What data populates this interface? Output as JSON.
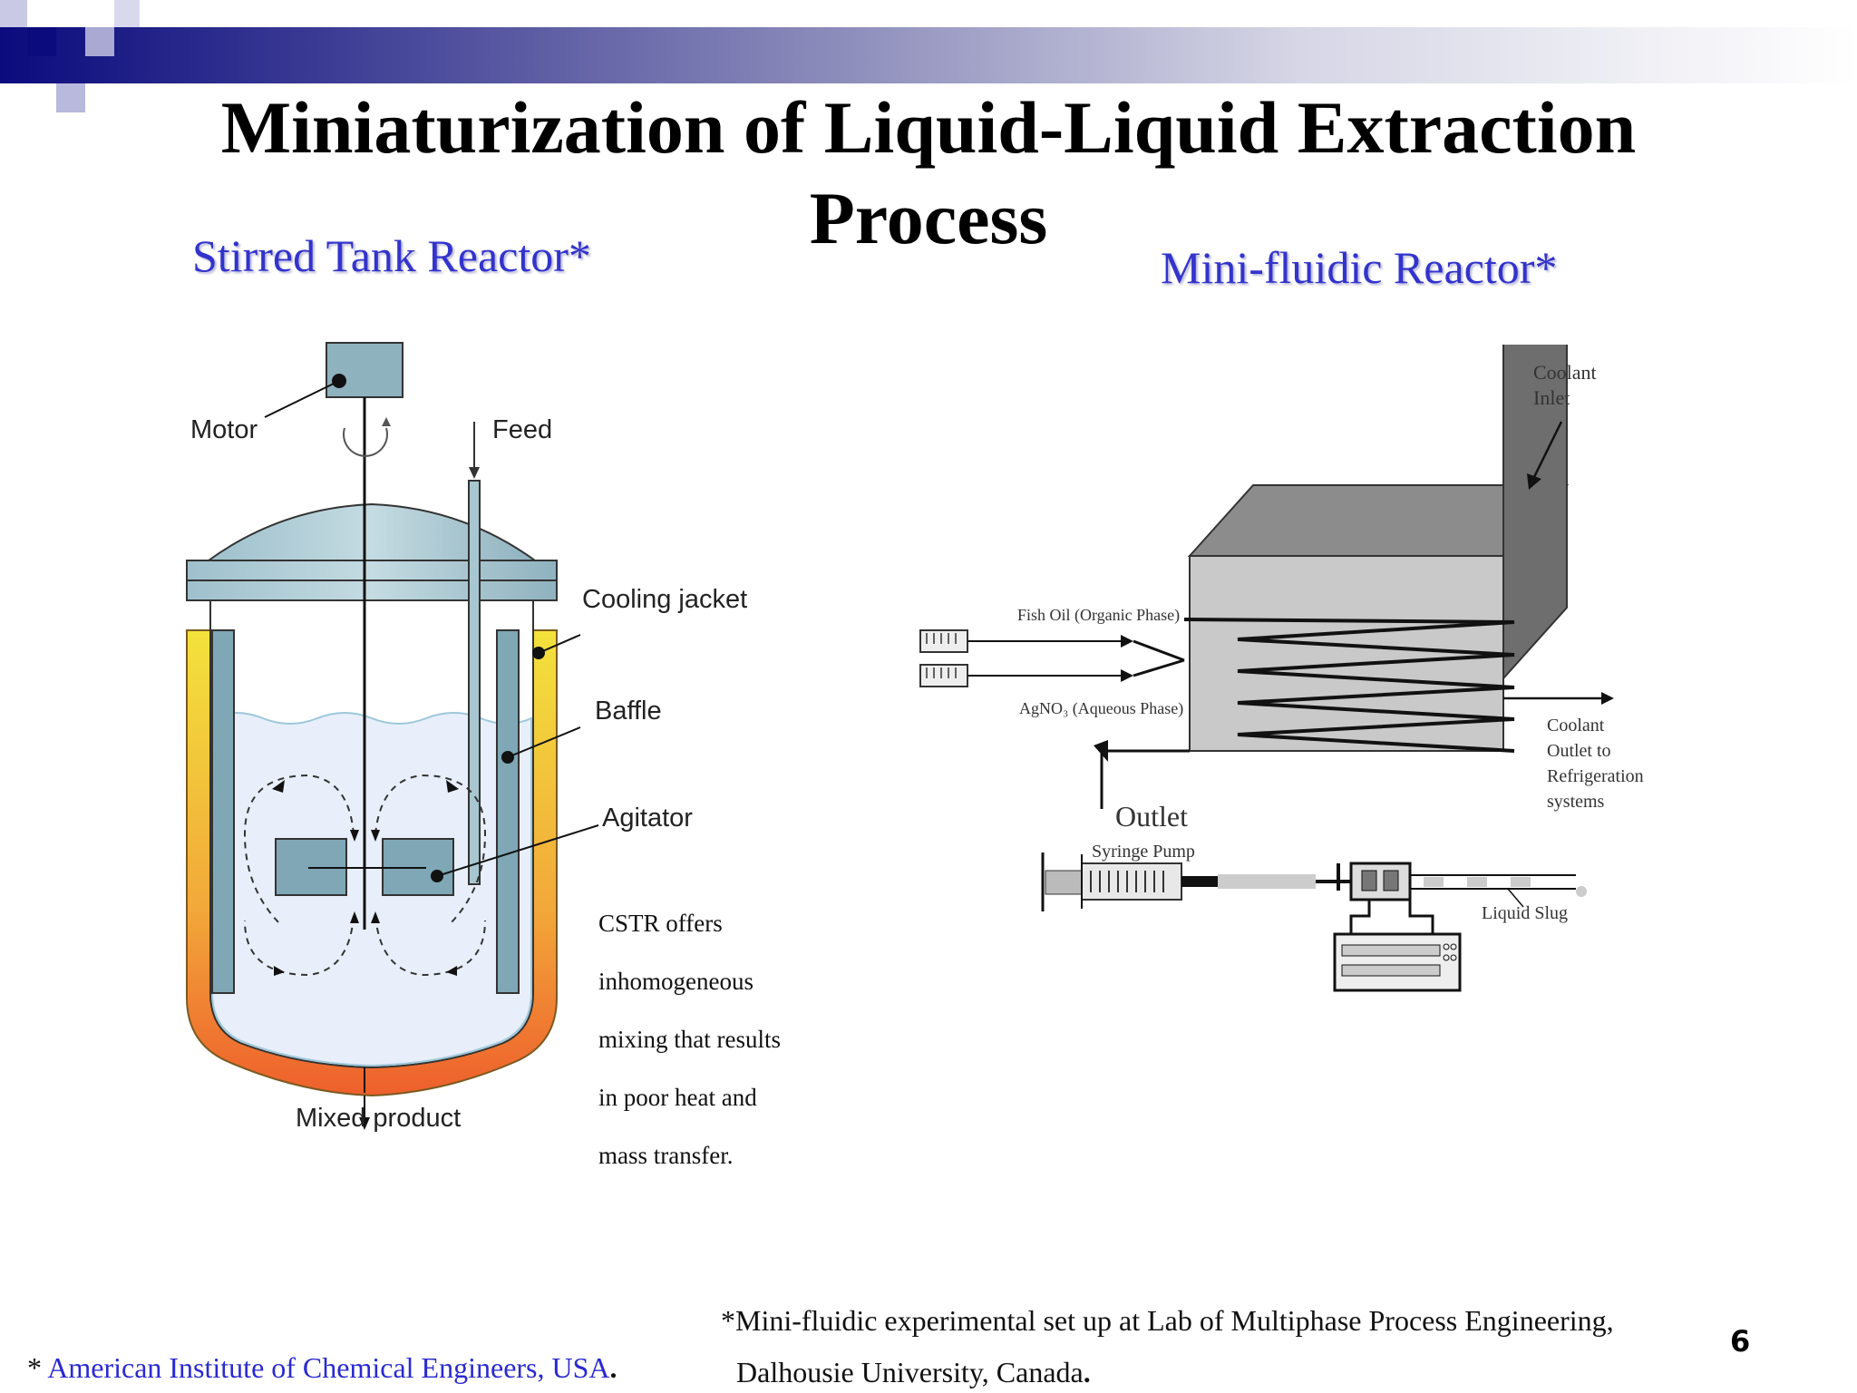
{
  "slide": {
    "title_line1": "Miniaturization of  Liquid-Liquid Extraction",
    "title_line2": "Process",
    "left_heading": "Stirred Tank Reactor*",
    "right_heading": "Mini-fluidic Reactor*",
    "page_number": "6"
  },
  "stirred_tank": {
    "motor": "Motor",
    "feed": "Feed",
    "cooling_jacket": "Cooling jacket",
    "baffle": "Baffle",
    "agitator": "Agitator",
    "mixed_product": "Mixed product",
    "note_lines": [
      "CSTR offers",
      "inhomogeneous",
      "mixing that results",
      "in poor heat and",
      "mass transfer."
    ]
  },
  "mini_fluidic": {
    "coolant_inlet_1": "Coolant",
    "coolant_inlet_2": "Inlet",
    "fish_oil": "Fish Oil (Organic Phase)",
    "agno3": "AgNO₃ (Aqueous Phase)",
    "coolant_outlet_lines": [
      "Coolant",
      "Outlet to",
      "Refrigeration",
      "systems"
    ],
    "outlet": "Outlet",
    "syringe_pump": "Syringe Pump",
    "liquid_slug": "Liquid Slug"
  },
  "footer": {
    "left_star": "* ",
    "left_text": "American Institute of Chemical Engineers, USA",
    "left_dot": ".",
    "right_line1": "*Mini-fluidic experimental set up at Lab of Multiphase Process Engineering,",
    "right_line2": "Dalhousie University, Canada",
    "right_dot": "."
  },
  "colors": {
    "header_dark": "#0b0b7e",
    "heading_blue": "#3333cc",
    "vessel_steel": "#7fa7b6",
    "jacket_yellow": "#f0dc3a",
    "jacket_orange": "#ef6a2e"
  }
}
